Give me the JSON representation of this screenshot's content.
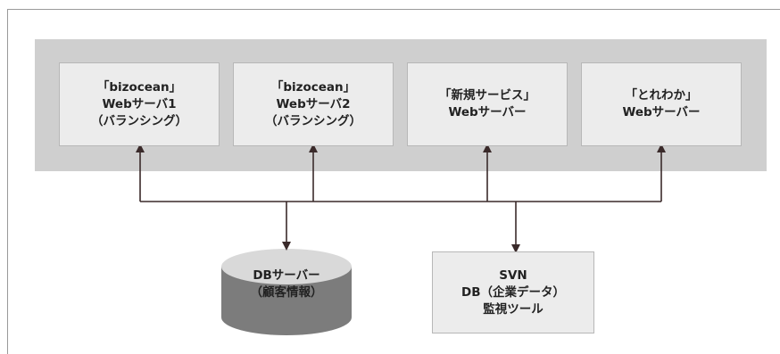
{
  "servers": [
    {
      "lines": [
        "「bizocean」",
        "Webサーバ1",
        "（バランシング）"
      ]
    },
    {
      "lines": [
        "「bizocean」",
        "Webサーバ2",
        "（バランシング）"
      ]
    },
    {
      "lines": [
        "「新規サービス」",
        "Webサーバー"
      ]
    },
    {
      "lines": [
        "「とれわか」",
        "Webサーバー"
      ]
    }
  ],
  "db_server": {
    "lines": [
      "DBサーバー",
      "（顧客情報）"
    ]
  },
  "tools": {
    "lines": [
      "SVN",
      "DB（企業データ）",
      "監視ツール"
    ]
  },
  "colors": {
    "band": "#cfcfcf",
    "box": "#ececec",
    "box_border": "#b7b7b7",
    "cylinder_top": "#d9d9d9",
    "cylinder_body": "#7c7c7c",
    "connector": "#3a2a2a"
  }
}
